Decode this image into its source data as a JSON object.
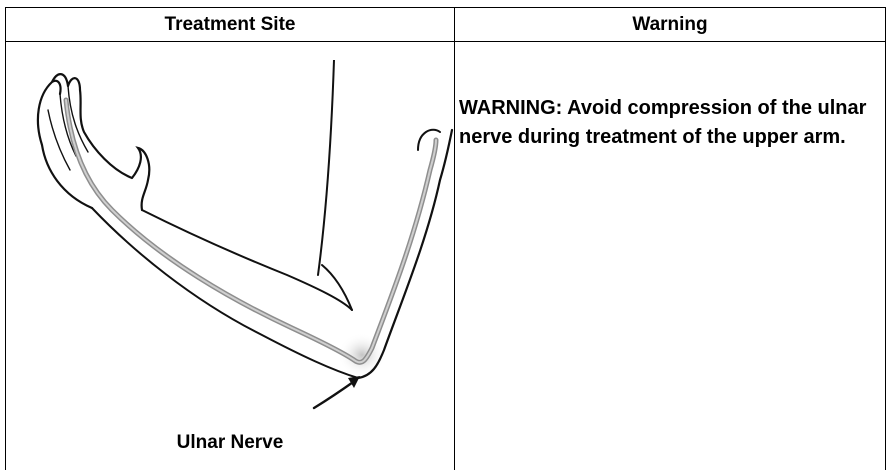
{
  "table": {
    "headers": [
      "Treatment Site",
      "Warning"
    ]
  },
  "figure": {
    "icon": "arm-ulnar-nerve-illustration",
    "caption": "Ulnar Nerve",
    "nerve_color": "#9a9a9a",
    "highlight_color": "#c8c8c8"
  },
  "warning": {
    "text": "WARNING: Avoid compression of the ulnar nerve during treatment of the upper arm."
  }
}
